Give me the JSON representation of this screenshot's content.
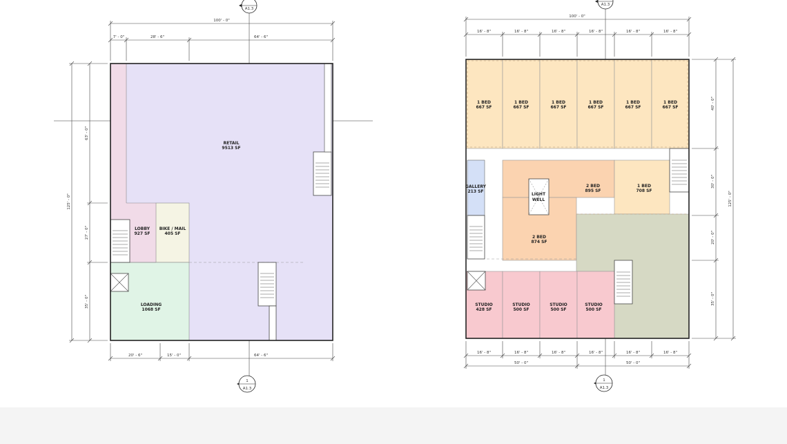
{
  "plan_left": {
    "rooms": [
      {
        "name": "RETAIL",
        "area": "9513 SF"
      },
      {
        "name": "LOBBY",
        "area": "927 SF"
      },
      {
        "name": "BIKE / MAIL",
        "area": "405 SF"
      },
      {
        "name": "LOADING",
        "area": "1068 SF"
      }
    ],
    "dims_top": {
      "overall": "100' - 0\"",
      "a": "7' - 0\"",
      "b": "28' - 6\"",
      "c": "64' - 6\""
    },
    "dims_bottom": {
      "a": "20' - 6\"",
      "b": "15' - 0\"",
      "c": "64' - 6\""
    },
    "dims_left": {
      "overall": "125' - 0\"",
      "a": "63' - 0\"",
      "b": "27' - 0\"",
      "c": "35' - 0\""
    },
    "section_marker": {
      "number": "1",
      "sheet": "A1.3"
    }
  },
  "plan_right": {
    "rooms_top": [
      {
        "name": "1 BED",
        "area": "667 SF"
      },
      {
        "name": "1 BED",
        "area": "667 SF"
      },
      {
        "name": "1 BED",
        "area": "667 SF"
      },
      {
        "name": "1 BED",
        "area": "667 SF"
      },
      {
        "name": "1 BED",
        "area": "667 SF"
      },
      {
        "name": "1 BED",
        "area": "667 SF"
      }
    ],
    "gallery": {
      "name": "GALLERY",
      "area": "213 SF"
    },
    "light_well": {
      "line1": "LIGHT",
      "line2": "WELL"
    },
    "bed2_upper": {
      "name": "2 BED",
      "area": "895 SF"
    },
    "bed1_mid": {
      "name": "1 BED",
      "area": "708 SF"
    },
    "bed2_lower": {
      "name": "2 BED",
      "area": "874 SF"
    },
    "studios": [
      {
        "name": "STUDIO",
        "area": "428 SF"
      },
      {
        "name": "STUDIO",
        "area": "500 SF"
      },
      {
        "name": "STUDIO",
        "area": "500 SF"
      },
      {
        "name": "STUDIO",
        "area": "500 SF"
      }
    ],
    "dims_top": {
      "overall": "100' - 0\"",
      "unit": "16' - 8\""
    },
    "dims_bottom": {
      "unit": "16' - 8\"",
      "half_left": "50' - 0\"",
      "half_right": "50' - 0\""
    },
    "dims_right": {
      "overall": "125' - 0\"",
      "a": "40' - 0\"",
      "b": "30' - 0\"",
      "c": "20' - 0\"",
      "d": "35' - 0\""
    },
    "section_marker": {
      "number": "1",
      "sheet": "A1.3"
    }
  }
}
